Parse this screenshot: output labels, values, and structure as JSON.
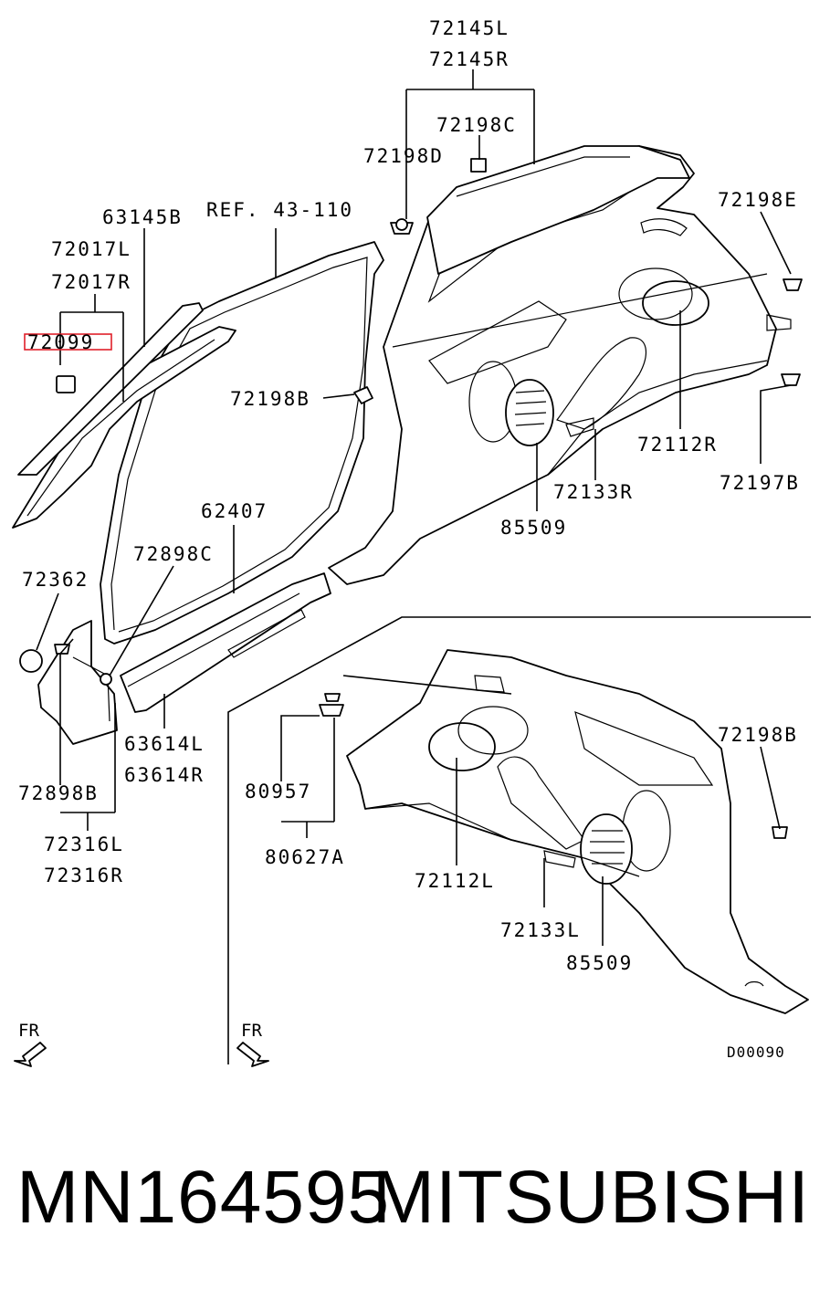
{
  "diagram": {
    "labels": {
      "l_72145L": "72145L",
      "l_72145R": "72145R",
      "l_72198C": "72198C",
      "l_72198D": "72198D",
      "l_72198E": "72198E",
      "l_63145B": "63145B",
      "l_ref": "REF. 43-110",
      "l_72017L": "72017L",
      "l_72017R": "72017R",
      "l_72099": "72099",
      "l_72198B_top": "72198B",
      "l_72112R": "72112R",
      "l_72197B": "72197B",
      "l_72133R": "72133R",
      "l_85509_top": "85509",
      "l_62407": "62407",
      "l_72898C": "72898C",
      "l_72362": "72362",
      "l_63614L": "63614L",
      "l_63614R": "63614R",
      "l_72898B": "72898B",
      "l_72316L": "72316L",
      "l_72316R": "72316R",
      "l_72198B_bottom": "72198B",
      "l_80957": "80957",
      "l_80627A": "80627A",
      "l_72112L": "72112L",
      "l_72133L": "72133L",
      "l_85509_bottom": "85509",
      "fr_left": "FR",
      "fr_right": "FR",
      "drawing_code": "D00090"
    },
    "highlighted_part": "72099",
    "highlight_color": "#e0202a"
  },
  "footer": {
    "part_number": "MN164595",
    "brand": "MITSUBISHI"
  }
}
